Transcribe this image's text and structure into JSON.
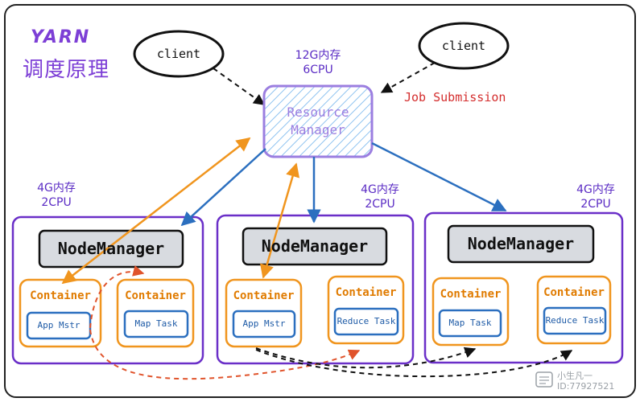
{
  "title": {
    "en": "YARN",
    "cn": "调度原理"
  },
  "clients": {
    "left": "client",
    "right": "client"
  },
  "resource_manager": {
    "line1": "Resource",
    "line2": "Manager",
    "cpu_mem": "12G内存",
    "cpu": "6CPU"
  },
  "job_submission": "Job Submission",
  "nodes": [
    {
      "mem": "4G内存",
      "cpu": "2CPU",
      "manager": "NodeManager",
      "containers": [
        {
          "label": "Container",
          "task": "App Mstr"
        },
        {
          "label": "Container",
          "task": "Map Task"
        }
      ]
    },
    {
      "mem": "4G内存",
      "cpu": "2CPU",
      "manager": "NodeManager",
      "containers": [
        {
          "label": "Container",
          "task": "App Mstr"
        },
        {
          "label": "Container",
          "task": "Reduce Task"
        }
      ]
    },
    {
      "mem": "4G内存",
      "cpu": "2CPU",
      "manager": "NodeManager",
      "containers": [
        {
          "label": "Container",
          "task": "Map Task"
        },
        {
          "label": "Container",
          "task": "Reduce Task"
        }
      ]
    }
  ],
  "watermark": {
    "name": "小生凡一",
    "id": "ID:77927521"
  },
  "colors": {
    "purple": "#7d3fd6",
    "orange": "#f0951e",
    "blue": "#2b6fbf",
    "red_dashed": "#e0532b"
  }
}
